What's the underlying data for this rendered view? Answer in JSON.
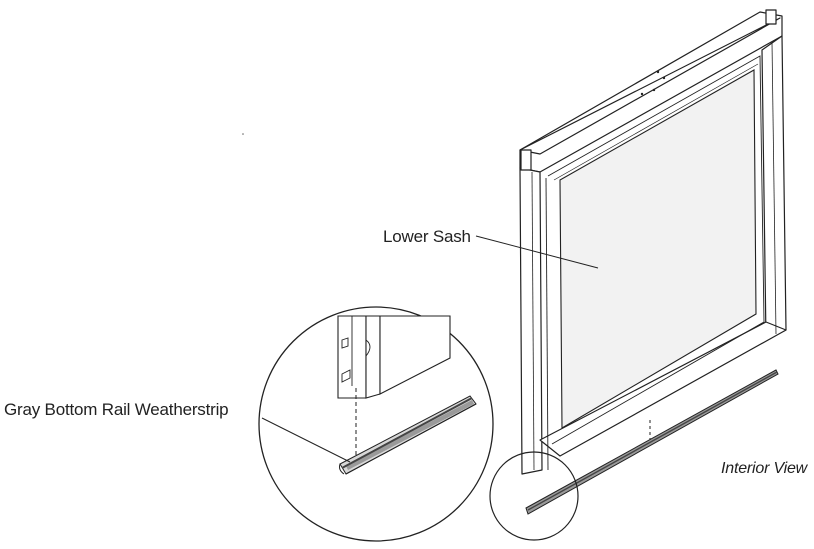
{
  "labels": {
    "lower_sash": "Lower Sash",
    "weatherstrip": "Gray Bottom Rail Weatherstrip",
    "view": "Interior View"
  },
  "colors": {
    "line": "#222222",
    "glass": "#f2f2f2",
    "strip_dark": "#444444",
    "strip_mid": "#9a9a9a",
    "strip_light": "#d8d8d8"
  }
}
